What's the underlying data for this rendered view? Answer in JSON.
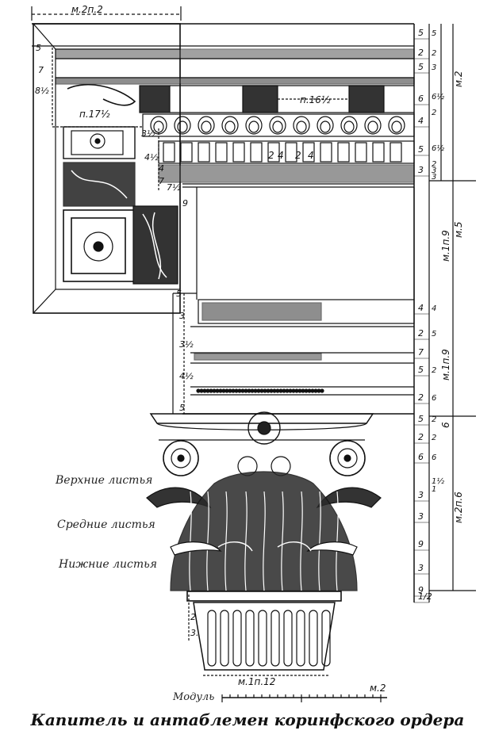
{
  "caption": "Капитель и антаблемен коринфского ордера",
  "labels": {
    "upper_leaves": "Верхние листья",
    "middle_leaves": "Средние листья",
    "lower_leaves": "Нижние листья",
    "module": "Модуль",
    "m2": "м.2",
    "m2p2": "м.2п.2",
    "m1p12": "м.1п.12",
    "p17half": "п.17½",
    "p16half": "п.16½",
    "m1p9_a": "м.1п.9",
    "m1p9_b": "м.1п.9",
    "m5": "м.5",
    "m2p6": "м.2п.6",
    "m2_right": "м.2",
    "r6_right": "6"
  },
  "left_dims": [
    "5",
    "7",
    "8½",
    "3½",
    "4½",
    "4",
    "7",
    "7½",
    "9",
    "5",
    "3",
    "3½",
    "4½",
    "5",
    "2",
    "3."
  ],
  "dentil_nums": [
    "2",
    "4",
    "2",
    "4"
  ],
  "col1": [
    "5",
    "2",
    "5",
    "6",
    "4",
    "5",
    "3",
    "4",
    "2",
    "7",
    "5",
    "2",
    "5",
    "2",
    "6",
    "3",
    "3",
    "9",
    "3",
    "9",
    "1/2"
  ],
  "col2": [
    "5",
    "2",
    "3",
    "6½",
    "2",
    "6½",
    "2",
    "3",
    "3",
    "4",
    "5",
    "2",
    "6",
    "2",
    "2",
    "6",
    "1½",
    "1"
  ]
}
